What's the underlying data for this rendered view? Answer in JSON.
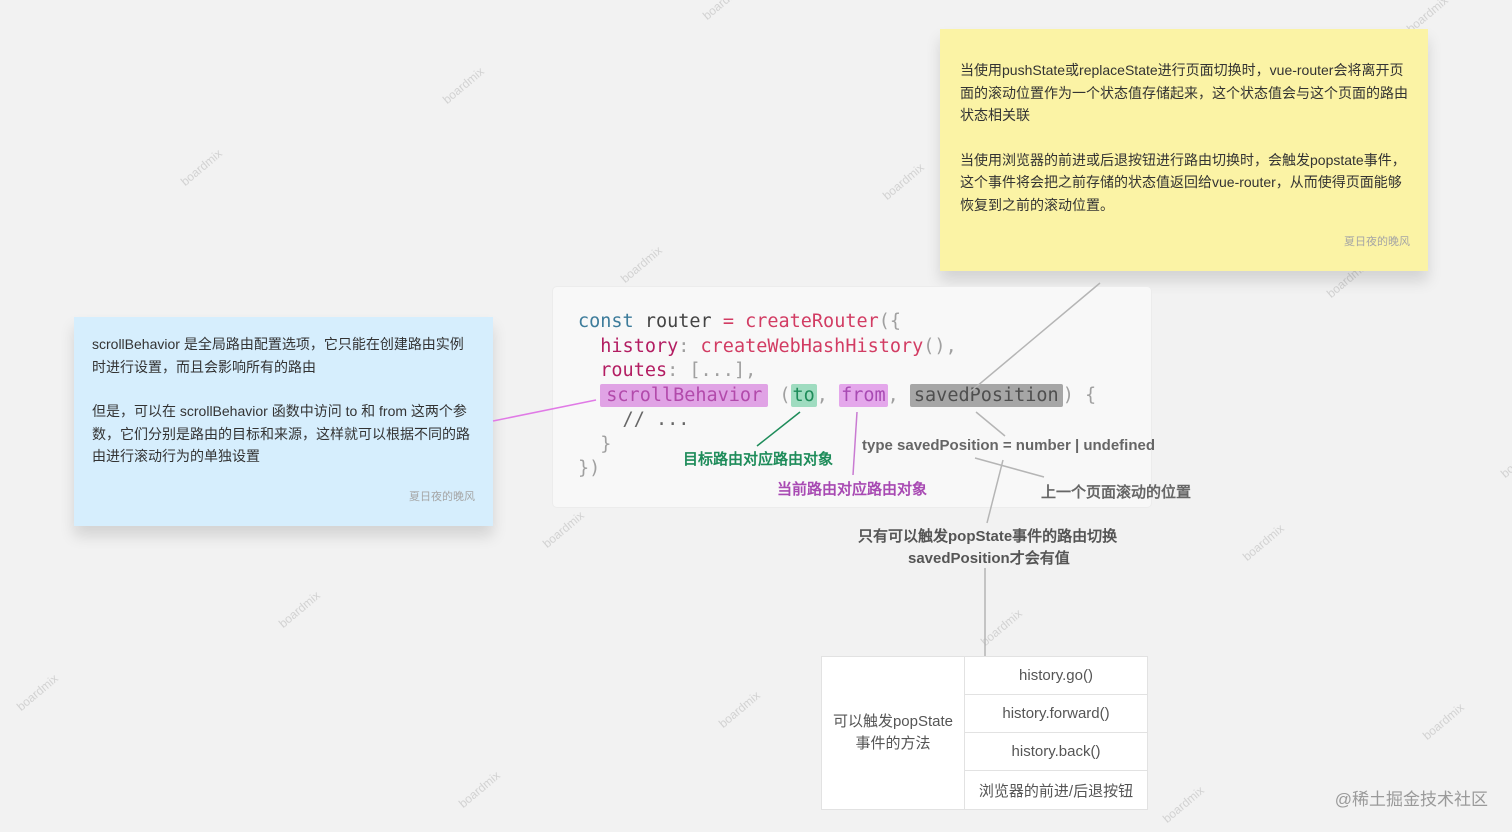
{
  "watermark": "boardmix",
  "notes": {
    "yellow": {
      "para1": "当使用pushState或replaceState进行页面切换时，vue-router会将离开页面的滚动位置作为一个状态值存储起来，这个状态值会与这个页面的路由状态相关联",
      "para2": "当使用浏览器的前进或后退按钮进行路由切换时，会触发popstate事件，这个事件将会把之前存储的状态值返回给vue-router，从而使得页面能够恢复到之前的滚动位置。",
      "signature": "夏日夜的晚风",
      "color": "#fbf3a5"
    },
    "blue": {
      "para1": "scrollBehavior 是全局路由配置选项，它只能在创建路由实例时进行设置，而且会影响所有的路由",
      "para2": "但是，可以在 scrollBehavior 函数中访问 to 和 from 这两个参数，它们分别是路由的目标和来源，这样就可以根据不同的路由进行滚动行为的单独设置",
      "signature": "夏日夜的晚风",
      "color": "#d6eefd"
    }
  },
  "code": {
    "l1_kw": "const",
    "l1_var": " router ",
    "l1_eq": "=",
    "l1_fn": " createRouter",
    "l1_br": "({",
    "l2_prop": "  history",
    "l2_colon": ": ",
    "l2_fn": "createWebHashHistory",
    "l2_br": "(),",
    "l3_prop": "  routes",
    "l3_colon": ": ",
    "l3_rest": "[...],",
    "l4_indent": "  ",
    "l4_sb": "scrollBehavior",
    "l4_p1": " (",
    "l4_to": "to",
    "l4_c1": ", ",
    "l4_from": "from",
    "l4_c2": ", ",
    "l4_sp": "savedPosition",
    "l4_end": ") {",
    "l5": "    // ...",
    "l6": "  }",
    "l7": "})"
  },
  "labels": {
    "to_label": "目标路由对应路由对象",
    "from_label": "当前路由对应路由对象",
    "type_label": "type savedPosition = number | undefined",
    "scroll_pos_label": "上一个页面滚动的位置",
    "popstate_note_line1": "只有可以触发popState事件的路由切换",
    "popstate_note_line2": "savedPosition才会有值"
  },
  "table": {
    "header": "可以触发popState事件的方法",
    "rows": [
      "history.go()",
      "history.forward()",
      "history.back()",
      "浏览器的前进/后退按钮"
    ]
  },
  "footer": "@稀土掘金技术社区",
  "colors": {
    "to_green": "#1e8c5a",
    "from_magenta": "#a84ab3",
    "line_gray": "#b5b5b5",
    "line_pink": "#e07ae6"
  }
}
